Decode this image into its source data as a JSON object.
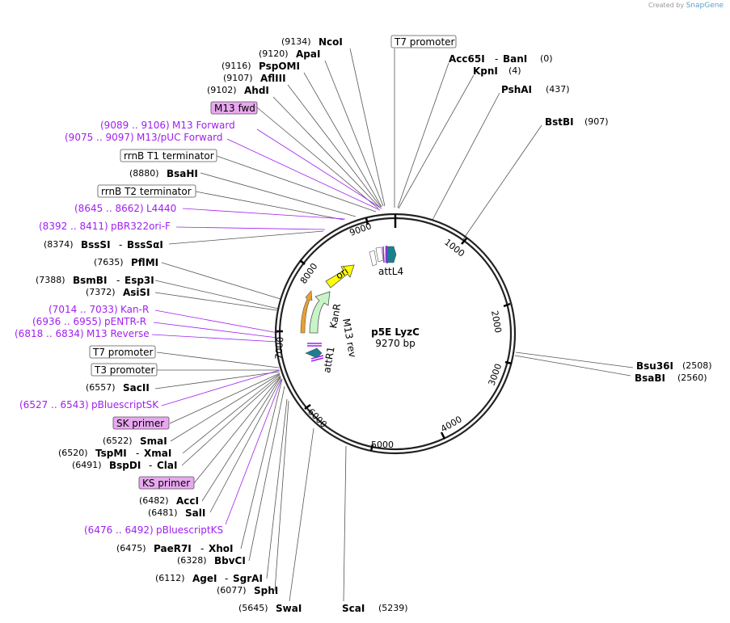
{
  "credit": {
    "prefix": "Created by",
    "brand": "SnapGene"
  },
  "plasmid": {
    "name": "p5E LyzC",
    "length": "9270 bp"
  },
  "scale_ticks": [
    "1000",
    "2000",
    "3000",
    "4000",
    "5000",
    "6000",
    "7000",
    "8000",
    "9000"
  ],
  "features": {
    "ori": "ori",
    "kanr": "KanR",
    "m13rev": "M13 rev",
    "attr1": "attR1",
    "attl4": "attL4"
  },
  "labels": {
    "ncoi": {
      "pos": "(9134)",
      "name": "NcoI"
    },
    "apai": {
      "pos": "(9120)",
      "name": "ApaI"
    },
    "pspomi": {
      "pos": "(9116)",
      "name": "PspOMI"
    },
    "aflii": {
      "pos": "(9107)",
      "name": "AflIII"
    },
    "ahdi": {
      "pos": "(9102)",
      "name": "AhdI"
    },
    "m13fwd_box": "M13 fwd",
    "m13forward": {
      "pos": "(9089 .. 9106)",
      "name": "M13 Forward"
    },
    "m13puc": {
      "pos": "(9075 .. 9097)",
      "name": "M13/pUC Forward"
    },
    "rrnbt1": "rrnB T1 terminator",
    "bsahi": {
      "pos": "(8880)",
      "name": "BsaHI"
    },
    "rrnbt2": "rrnB T2 terminator",
    "l4440": {
      "pos": "(8645 .. 8662)",
      "name": "L4440"
    },
    "pbr322": {
      "pos": "(8392 .. 8411)",
      "name": "pBR322ori-F"
    },
    "bsssi": {
      "pos": "(8374)",
      "name": "BssSI",
      "name2": "BssSαI"
    },
    "pflmi": {
      "pos": "(7635)",
      "name": "PflMI"
    },
    "bsmbi": {
      "pos": "(7388)",
      "name": "BsmBI",
      "name2": "Esp3I"
    },
    "asisi": {
      "pos": "(7372)",
      "name": "AsiSI"
    },
    "kanr_primer": {
      "pos": "(7014 .. 7033)",
      "name": "Kan-R"
    },
    "pentr": {
      "pos": "(6936 .. 6955)",
      "name": "pENTR-R"
    },
    "m13reverse": {
      "pos": "(6818 .. 6834)",
      "name": "M13 Reverse"
    },
    "t7prom_left": "T7 promoter",
    "t3prom": "T3 promoter",
    "sacii": {
      "pos": "(6557)",
      "name": "SacII"
    },
    "pbsk": {
      "pos": "(6527 .. 6543)",
      "name": "pBluescriptSK"
    },
    "skprimer": "SK primer",
    "smai": {
      "pos": "(6522)",
      "name": "SmaI"
    },
    "tspmi": {
      "pos": "(6520)",
      "name": "TspMI",
      "name2": "XmaI"
    },
    "bspdi": {
      "pos": "(6491)",
      "name": "BspDI",
      "name2": "ClaI"
    },
    "ksprimer": "KS primer",
    "acci": {
      "pos": "(6482)",
      "name": "AccI"
    },
    "sali": {
      "pos": "(6481)",
      "name": "SalI"
    },
    "pbks": {
      "pos": "(6476 .. 6492)",
      "name": "pBluescriptKS"
    },
    "paer7i": {
      "pos": "(6475)",
      "name": "PaeR7I",
      "name2": "XhoI"
    },
    "bbvci": {
      "pos": "(6328)",
      "name": "BbvCI"
    },
    "agei": {
      "pos": "(6112)",
      "name": "AgeI",
      "name2": "SgrAI"
    },
    "sphi": {
      "pos": "(6077)",
      "name": "SphI"
    },
    "swai": {
      "pos": "(5645)",
      "name": "SwaI"
    },
    "scai": {
      "pos": "(5239)",
      "name": "ScaI"
    },
    "t7prom_top": "T7 promoter",
    "acc65i": {
      "name": "Acc65I",
      "name2": "BanI",
      "pos": "(0)"
    },
    "kpni": {
      "name": "KpnI",
      "pos": "(4)"
    },
    "pshai": {
      "name": "PshAI",
      "pos": "(437)"
    },
    "bstbi": {
      "name": "BstBI",
      "pos": "(907)"
    },
    "bsu36i": {
      "name": "Bsu36I",
      "pos": "(2508)"
    },
    "bsabi": {
      "name": "BsaBI",
      "pos": "(2560)"
    }
  },
  "colors": {
    "primer": "#a020f0",
    "primer_box": "#e8a8f0",
    "ori": "#ffff00",
    "kanr": "#c8f5c8",
    "promoter_arrow": "#e8a030",
    "att": "#1a8090",
    "backbone": "#222222"
  }
}
